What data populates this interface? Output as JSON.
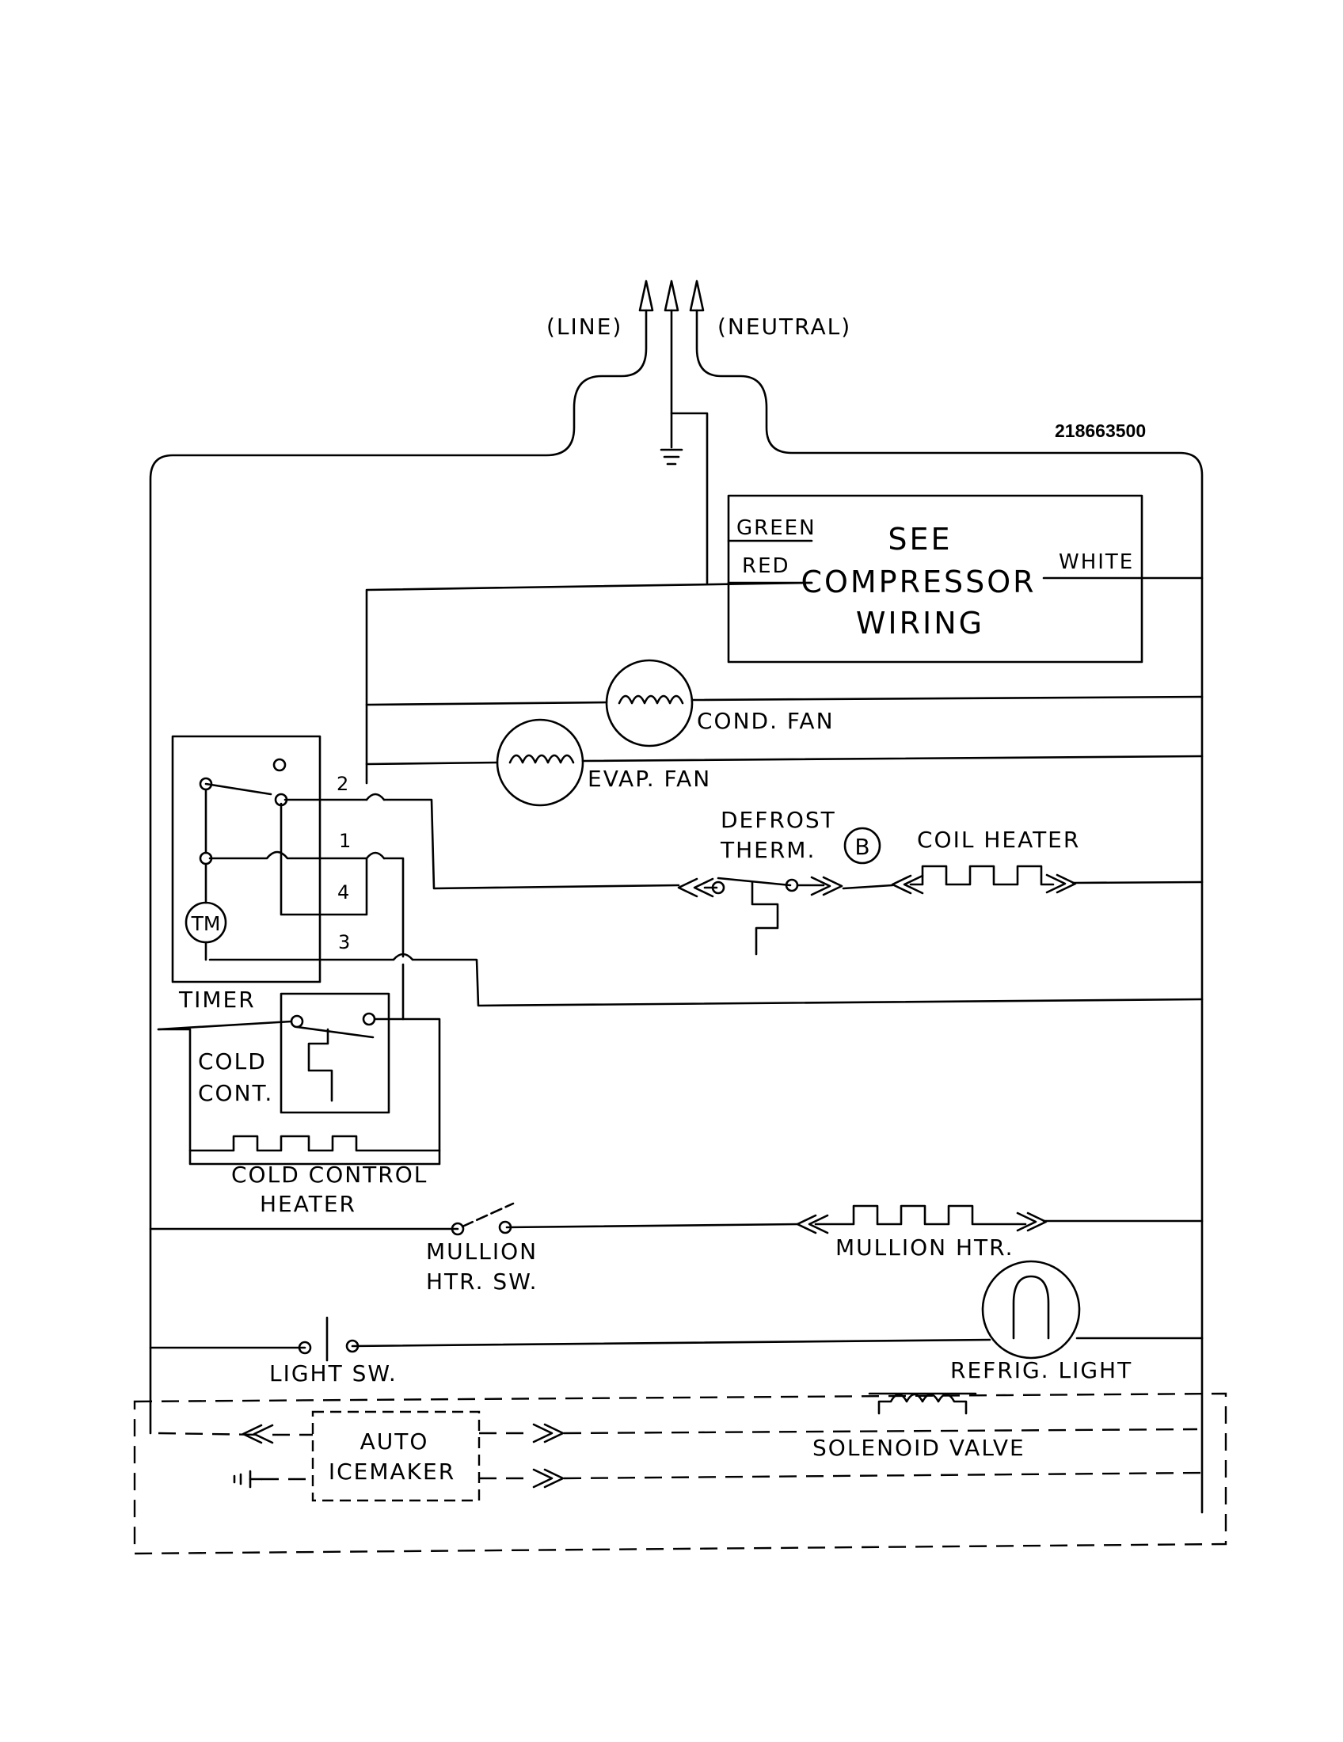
{
  "diagram": {
    "part_number": "218663500",
    "supply": {
      "line": "(LINE)",
      "neutral": "(NEUTRAL)"
    },
    "compressor": {
      "green": "GREEN",
      "red": "RED",
      "white": "WHITE",
      "line1": "SEE",
      "line2": "COMPRESSOR",
      "line3": "WIRING"
    },
    "cond_fan": "COND. FAN",
    "evap_fan": "EVAP. FAN",
    "defrost_therm": {
      "line1": "DEFROST",
      "line2": "THERM."
    },
    "b_marker": "B",
    "coil_heater": "COIL HEATER",
    "timer": {
      "label": "TIMER",
      "motor": "TM",
      "t2": "2",
      "t1": "1",
      "t4": "4",
      "t3": "3"
    },
    "cold_cont": {
      "line1": "COLD",
      "line2": "CONT."
    },
    "cold_control_heater": {
      "line1": "COLD CONTROL",
      "line2": "HEATER"
    },
    "mullion_sw": {
      "line1": "MULLION",
      "line2": "HTR. SW."
    },
    "mullion_htr": "MULLION HTR.",
    "light_sw": "LIGHT SW.",
    "refrig_light": "REFRIG. LIGHT",
    "icemaker": {
      "line1": "AUTO",
      "line2": "ICEMAKER"
    },
    "solenoid": "SOLENOID VALVE"
  }
}
